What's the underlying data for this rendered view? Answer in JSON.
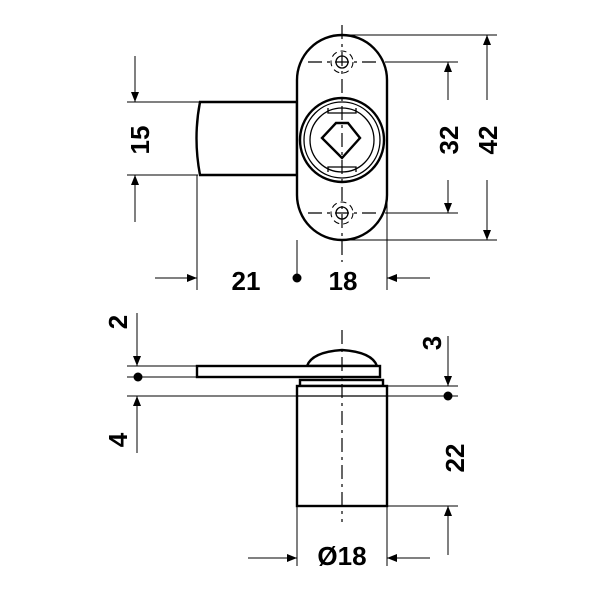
{
  "dimensions": {
    "top_view": {
      "bolt_height": "15",
      "bolt_projection": "21",
      "plate_width": "18",
      "hole_spacing": "32",
      "plate_height": "42"
    },
    "side_view": {
      "lever_thickness": "2",
      "lever_offset": "4",
      "collar_height": "3",
      "cylinder_length": "22",
      "cylinder_diameter": "Ø18"
    }
  }
}
